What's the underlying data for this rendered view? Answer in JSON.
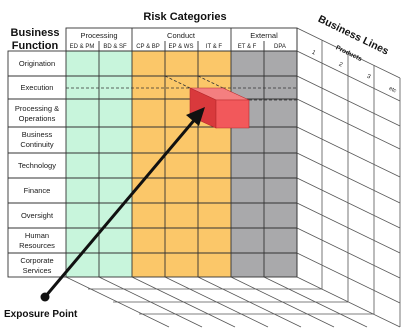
{
  "title": "Risk Categories",
  "business_function": {
    "line1": "Business",
    "line2": "Function"
  },
  "groups": [
    {
      "name": "Processing",
      "codes": [
        "ED & PM",
        "BD & SF"
      ]
    },
    {
      "name": "Conduct",
      "codes": [
        "CP & BP",
        "EP & WS",
        "IT & F"
      ]
    },
    {
      "name": "External",
      "codes": [
        "ET & F",
        "DPA"
      ]
    }
  ],
  "rows": [
    {
      "line1": "Origination"
    },
    {
      "line1": "Execution"
    },
    {
      "line1": "Processing &",
      "line2": "Operations"
    },
    {
      "line1": "Business",
      "line2": "Continuity"
    },
    {
      "line1": "Technology"
    },
    {
      "line1": "Finance"
    },
    {
      "line1": "Oversight"
    },
    {
      "line1": "Human",
      "line2": "Resources"
    },
    {
      "line1": "Corporate",
      "line2": "Services"
    }
  ],
  "business_lines": {
    "title": "Business Lines",
    "subtitle": "Products",
    "numbers": [
      "1",
      "2",
      "3",
      "etc"
    ]
  },
  "exposure_point": "Exposure Point",
  "colors": {
    "processing": "#c8f5dc",
    "conduct": "#fbc769",
    "external": "#a9a9ab",
    "cube_front": "#f2585b",
    "cube_top": "#f47f80",
    "cube_side": "#d9393c"
  }
}
